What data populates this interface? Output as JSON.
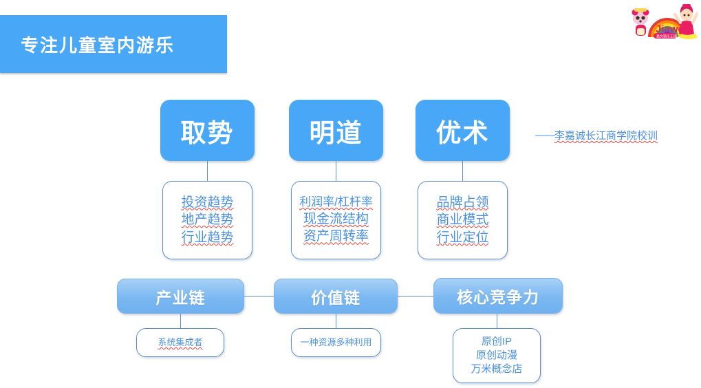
{
  "slide": {
    "title": "专注儿童室内游乐",
    "background_color": "#ffffff",
    "accent_color": "#49a7f7"
  },
  "logo": {
    "name": "jiawen-logo",
    "wordmark": "Jiawen",
    "subtitle": "嘉文勘乐王国"
  },
  "citation": {
    "dash": "——",
    "text": "李嘉诚长江商学院校训"
  },
  "top_row": [
    {
      "title": "取势",
      "details": [
        "投资趋势",
        "地产趋势",
        "行业趋势"
      ]
    },
    {
      "title": "明道",
      "details": [
        "利润率/杠杆率",
        "现金流结构",
        "资产周转率"
      ]
    },
    {
      "title": "优术",
      "details": [
        "品牌占领",
        "商业模式",
        "行业定位"
      ]
    }
  ],
  "bottom_row": [
    {
      "title": "产业链",
      "details": [
        "系统集成者"
      ]
    },
    {
      "title": "价值链",
      "details": [
        "一种资源多种利用"
      ]
    },
    {
      "title": "核心竞争力",
      "details": [
        "原创IP",
        "原创动漫",
        "万米概念店"
      ]
    }
  ]
}
